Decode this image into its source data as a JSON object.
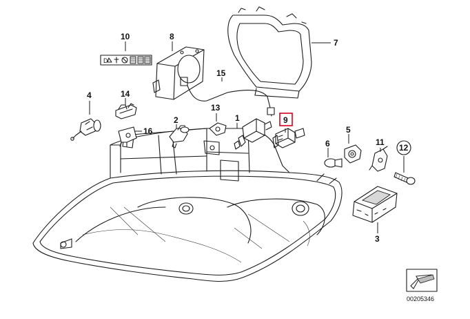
{
  "diagram": {
    "callouts": {
      "p1": "1",
      "p2": "2",
      "p3": "3",
      "p4": "4",
      "p5": "5",
      "p6": "6",
      "p7": "7",
      "p8": "8",
      "p9": "9",
      "p10": "10",
      "p11": "11",
      "p12": "12",
      "p13": "13",
      "p14": "14",
      "p15": "15",
      "p16": "16"
    },
    "label_10_text": "D",
    "highlighted_callout": "9",
    "highlight_color": "#d0021b",
    "figure_id": "00205346"
  }
}
